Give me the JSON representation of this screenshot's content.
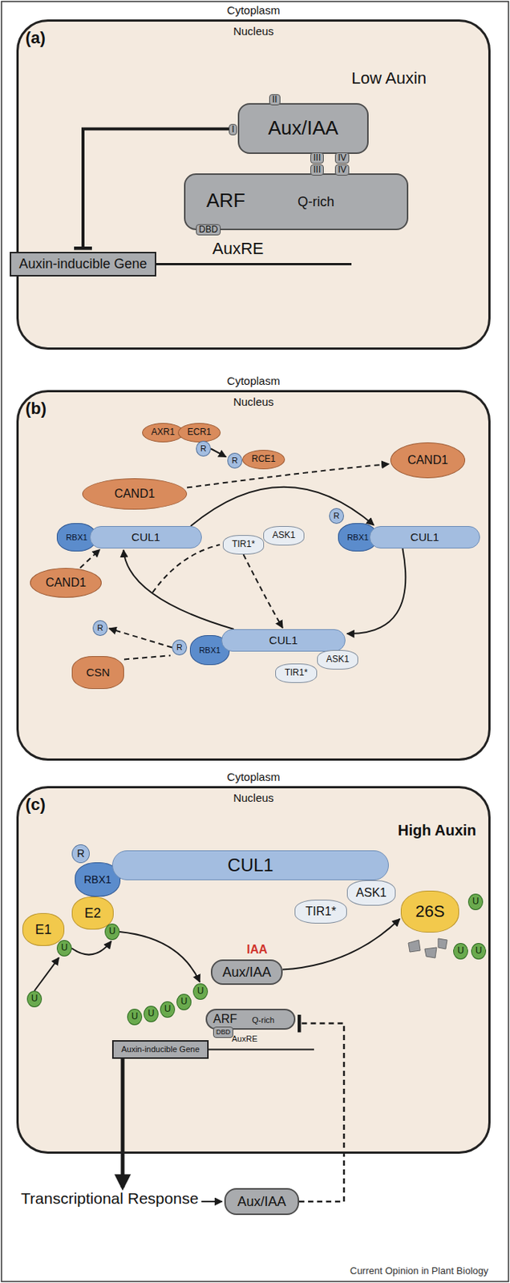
{
  "diagram": {
    "nodes": [
      {
        "text": [
          "Cytoplasm",
          "Nucleus"
        ]
      },
      {
        "text": [
          "Aux/IAA",
          "I",
          "II",
          "III",
          "IV"
        ],
        "in": 0
      },
      {
        "text": [
          "ARF",
          "Q-rich",
          "DBD",
          "III",
          "IV"
        ],
        "in": 0
      },
      {
        "text": [
          "Auxin-inducible Gene"
        ],
        "in": 0
      },
      {
        "text": [
          "Cytoplasm",
          "Nucleus"
        ]
      },
      {
        "text": [
          "AXR1"
        ],
        "in": 4
      },
      {
        "text": [
          "ECR1"
        ],
        "in": 4
      },
      {
        "text": [
          "R"
        ],
        "in": 4
      },
      {
        "text": [
          "R"
        ],
        "in": 4
      },
      {
        "text": [
          "RCE1"
        ],
        "in": 4
      },
      {
        "text": [
          "CAND1"
        ],
        "in": 4
      },
      {
        "text": [
          "RBX1"
        ],
        "in": 4
      },
      {
        "text": [
          "CUL1"
        ],
        "in": 4
      },
      {
        "text": [
          "CAND1"
        ],
        "in": 4
      },
      {
        "text": [
          "R"
        ],
        "in": 4
      },
      {
        "text": [
          "RBX1"
        ],
        "in": 4
      },
      {
        "text": [
          "CUL1"
        ],
        "in": 4
      },
      {
        "text": [
          "TIR1*"
        ],
        "in": 4
      },
      {
        "text": [
          "ASK1"
        ],
        "in": 4
      },
      {
        "text": [
          "CAND1"
        ],
        "in": 4
      },
      {
        "text": [
          "R"
        ],
        "in": 4
      },
      {
        "text": [
          "CSN"
        ],
        "in": 4
      },
      {
        "text": [
          "R"
        ],
        "in": 4
      },
      {
        "text": [
          "RBX1"
        ],
        "in": 4
      },
      {
        "text": [
          "CUL1"
        ],
        "in": 4
      },
      {
        "text": [
          "TIR1*"
        ],
        "in": 4
      },
      {
        "text": [
          "ASK1"
        ],
        "in": 4
      },
      {
        "text": [
          "Cytoplasm",
          "Nucleus"
        ]
      },
      {
        "text": [
          "R"
        ],
        "in": 27
      },
      {
        "text": [
          "RBX1"
        ],
        "in": 27
      },
      {
        "text": [
          "CUL1"
        ],
        "in": 27
      },
      {
        "text": [
          "E2"
        ],
        "in": 27
      },
      {
        "text": [
          "ASK1"
        ],
        "in": 27
      },
      {
        "text": [
          "TIR1*"
        ],
        "in": 27
      },
      {
        "text": [
          "E1"
        ],
        "in": 27
      },
      {
        "text": [
          "U"
        ],
        "in": 27
      },
      {
        "text": [
          "U"
        ],
        "in": 27
      },
      {
        "text": [
          "U"
        ],
        "in": 27
      },
      {
        "text": [
          "Aux/IAA"
        ],
        "in": 27
      },
      {
        "text": [
          "U"
        ],
        "in": 27
      },
      {
        "text": [
          "U"
        ],
        "in": 27
      },
      {
        "text": [
          "U"
        ],
        "in": 27
      },
      {
        "text": [
          "U"
        ],
        "in": 27
      },
      {
        "text": [
          "U"
        ],
        "in": 27
      },
      {
        "text": [
          "26S"
        ],
        "in": 27
      },
      {
        "text": [
          "U"
        ],
        "in": 27
      },
      {
        "text": [
          "U"
        ],
        "in": 27
      },
      {
        "text": [
          "U"
        ],
        "in": 27
      },
      {
        "text": [
          "ARF",
          "Q-rich",
          "DBD"
        ],
        "in": 27
      },
      {
        "text": [
          "Auxin-inducible Gene"
        ],
        "in": 27
      },
      {
        "text": [
          "Aux/IAA"
        ]
      }
    ],
    "edges": [
      {
        "from": 1,
        "to": 3,
        "arrow": "to"
      },
      {
        "from": 7,
        "to": 8,
        "arrow": "to"
      },
      {
        "from": 12,
        "to": 16,
        "arrow": "to"
      },
      {
        "from": 10,
        "to": 13,
        "arrow": "to"
      },
      {
        "from": 16,
        "to": 24,
        "arrow": "to"
      },
      {
        "from": 24,
        "to": 12,
        "arrow": "to"
      },
      {
        "from": 19,
        "to": 12,
        "arrow": "to"
      },
      {
        "from": 17,
        "to": 24,
        "arrow": "to"
      },
      {
        "from": 22,
        "to": 20,
        "arrow": "to"
      },
      {
        "from": 21,
        "to": 22,
        "arrow": "none"
      },
      {
        "from": 35,
        "to": 36,
        "arrow": "to"
      },
      {
        "from": 36,
        "to": 37,
        "arrow": "to"
      },
      {
        "from": 37,
        "to": 39,
        "arrow": "to"
      },
      {
        "from": 38,
        "to": 44,
        "arrow": "to"
      },
      {
        "from": 50,
        "to": 48,
        "arrow": "to"
      }
    ],
    "labels": [
      "(a)",
      "Low Auxin",
      "AuxRE",
      "(b)",
      "(c)",
      "High Auxin",
      "IAA",
      "AuxRE",
      "Transcriptional Response",
      "Current Opinion in Plant Biology"
    ]
  }
}
